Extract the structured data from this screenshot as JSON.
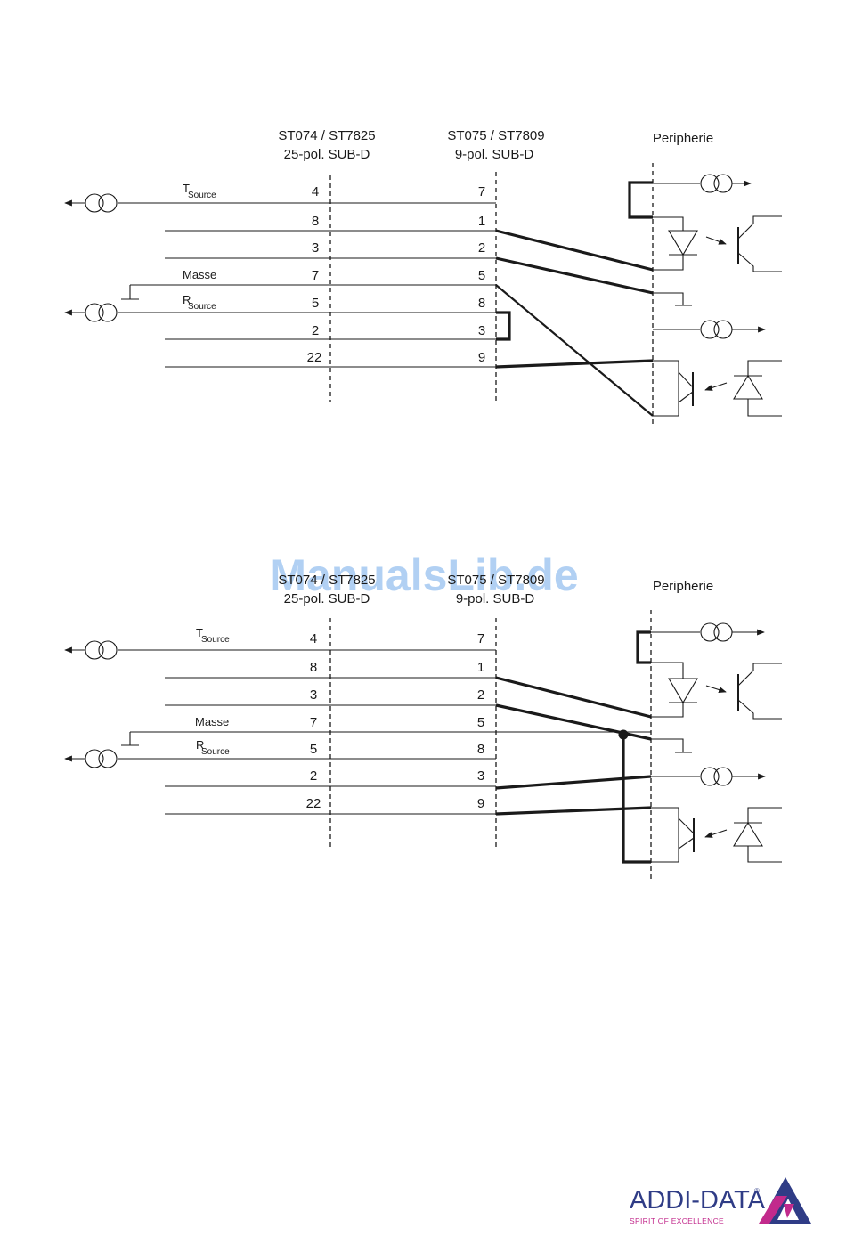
{
  "diagram1": {
    "header_left_line1": "ST074 / ST7825",
    "header_left_line2": "25-pol. SUB-D",
    "header_mid_line1": "ST075 / ST7809",
    "header_mid_line2": "9-pol. SUB-D",
    "header_right": "Peripherie",
    "tsource_main": "T",
    "tsource_sub": "Source",
    "masse": "Masse",
    "rsource_main": "R",
    "rsource_sub": "Source",
    "pins_25": [
      "4",
      "8",
      "3",
      "7",
      "5",
      "2",
      "22"
    ],
    "pins_9": [
      "7",
      "1",
      "2",
      "5",
      "8",
      "3",
      "9"
    ]
  },
  "diagram2": {
    "header_left_line1": "ST074 / ST7825",
    "header_left_line2": "25-pol. SUB-D",
    "header_mid_line1": "ST075 / ST7809",
    "header_mid_line2": "9-pol. SUB-D",
    "header_right": "Peripherie",
    "tsource_main": "T",
    "tsource_sub": "Source",
    "masse": "Masse",
    "rsource_main": "R",
    "rsource_sub": "Source",
    "pins_25": [
      "4",
      "8",
      "3",
      "7",
      "5",
      "2",
      "22"
    ],
    "pins_9": [
      "7",
      "1",
      "2",
      "5",
      "8",
      "3",
      "9"
    ]
  },
  "watermark": "ManualsLib.de",
  "logo": {
    "name": "ADDI-DATA",
    "registered": "®",
    "tagline": "SPIRIT OF EXCELLENCE"
  },
  "colors": {
    "line": "#1a1a1a",
    "watermark": "#9cc4f0",
    "logo_blue": "#2f3c86",
    "logo_magenta": "#c22a8c"
  }
}
